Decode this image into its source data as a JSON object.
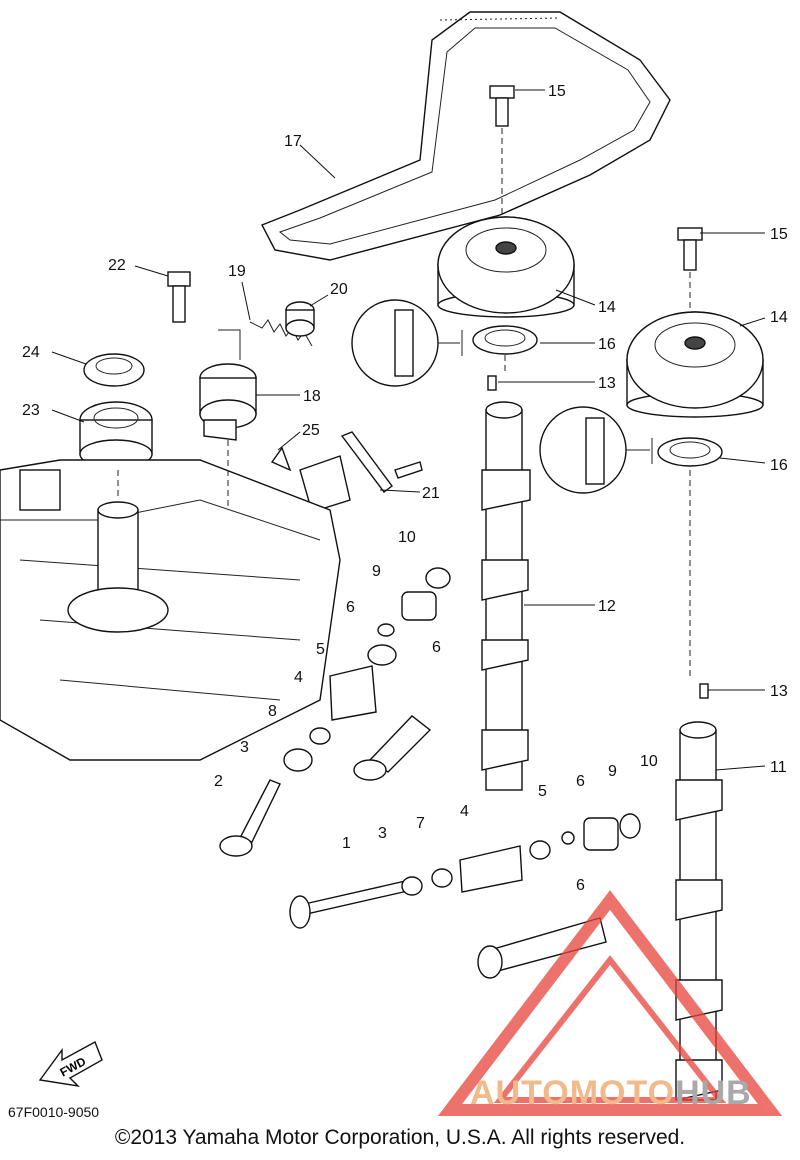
{
  "document": {
    "part_code": "67F0010-9050",
    "copyright": "©2013 Yamaha Motor Corporation, U.S.A. All rights reserved."
  },
  "direction_marker": {
    "label": "FWD"
  },
  "watermark": {
    "part_a": "AUTOMOTO",
    "part_b": "HUB",
    "color_a": "#f2b98a",
    "color_b": "#a9a9a9",
    "logo_color": "#e8443a"
  },
  "callouts": {
    "c1": "1",
    "c2": "2",
    "c3a": "3",
    "c3b": "3",
    "c4a": "4",
    "c4b": "4",
    "c5a": "5",
    "c5b": "5",
    "c6a": "6",
    "c6b": "6",
    "c6c": "6",
    "c6d": "6",
    "c7": "7",
    "c8": "8",
    "c9a": "9",
    "c9b": "9",
    "c10a": "10",
    "c10b": "10",
    "c11": "11",
    "c12": "12",
    "c13a": "13",
    "c13b": "13",
    "c14a": "14",
    "c14b": "14",
    "c15a": "15",
    "c15b": "15",
    "c16a": "16",
    "c16b": "16",
    "c17": "17",
    "c18": "18",
    "c19": "19",
    "c20": "20",
    "c21": "21",
    "c22": "22",
    "c23": "23",
    "c24": "24",
    "c25": "25"
  }
}
